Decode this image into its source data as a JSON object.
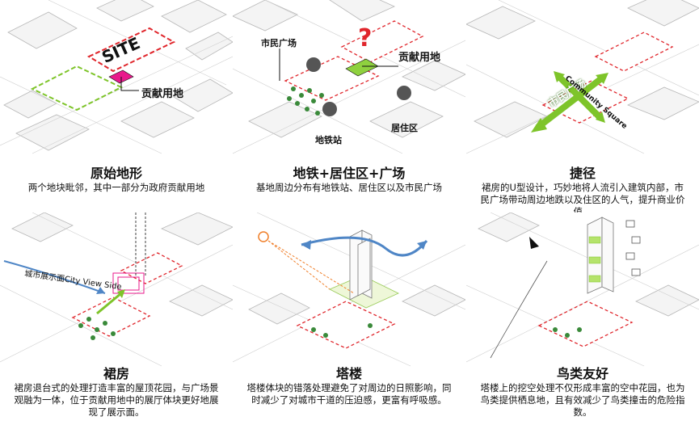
{
  "panels": [
    {
      "title": "原始地形",
      "desc": "两个地块毗邻，其中一部分为政府贡献用地",
      "labels": {
        "site": "SITE",
        "contrib": "贡献用地"
      }
    },
    {
      "title": "地铁+居住区+广场",
      "desc": "基地周边分布有地铁站、居住区以及市民广场",
      "labels": {
        "plaza": "市民广场",
        "contrib": "贡献用地",
        "metro": "地铁站",
        "residential": "居住区",
        "question": "?"
      }
    },
    {
      "title": "捷径",
      "desc": "裙房的U型设计，巧妙地将人流引入建筑内部，市民广场带动周边地跌以及住区的人气，提升商业价值。",
      "labels": {
        "plaza_cn": "市民广场",
        "plaza_en": "Community Square"
      }
    },
    {
      "title": "裙房",
      "desc": "裙房退台式的处理打造丰富的屋顶花园，与广场景观融为一体，位于贡献用地中的展厅体块更好地展现了展示面。",
      "labels": {
        "view": "城市展示面City View Side"
      }
    },
    {
      "title": "塔楼",
      "desc": "塔楼体块的错落处理避免了对周边的日照影响，同时减少了对城市干道的压迫感，更富有呼吸感。",
      "labels": {}
    },
    {
      "title": "鸟类友好",
      "desc": "塔楼上的挖空处理不仅形成丰富的空中花园，也为鸟类提供栖息地，且有效减少了鸟类撞击的危险指数。",
      "labels": {}
    }
  ],
  "colors": {
    "red_dash": "#e0262c",
    "green_dash": "#7ec42a",
    "pink": "#e8198b",
    "green_fill": "#8fd13f",
    "blue_arrow": "#4f86c6",
    "sun": "#f07f2a"
  }
}
